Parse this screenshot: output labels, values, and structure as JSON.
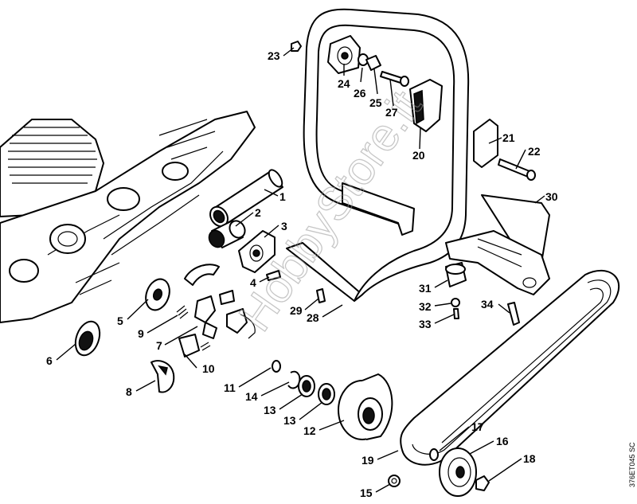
{
  "watermark": "HobbyStore.it",
  "drawing_code": "376ET045 SC",
  "callouts": [
    {
      "label": "23"
    },
    {
      "label": "24"
    },
    {
      "label": "26"
    },
    {
      "label": "25"
    },
    {
      "label": "27"
    },
    {
      "label": "20"
    },
    {
      "label": "21"
    },
    {
      "label": "22"
    },
    {
      "label": "1"
    },
    {
      "label": "2"
    },
    {
      "label": "3"
    },
    {
      "label": "4"
    },
    {
      "label": "30"
    },
    {
      "label": "31"
    },
    {
      "label": "32"
    },
    {
      "label": "33"
    },
    {
      "label": "34"
    },
    {
      "label": "29"
    },
    {
      "label": "28"
    },
    {
      "label": "5"
    },
    {
      "label": "9"
    },
    {
      "label": "7"
    },
    {
      "label": "10"
    },
    {
      "label": "6"
    },
    {
      "label": "8"
    },
    {
      "label": "11"
    },
    {
      "label": "14"
    },
    {
      "label": "13"
    },
    {
      "label": "13"
    },
    {
      "label": "12"
    },
    {
      "label": "17"
    },
    {
      "label": "16"
    },
    {
      "label": "19"
    },
    {
      "label": "18"
    },
    {
      "label": "15"
    }
  ]
}
